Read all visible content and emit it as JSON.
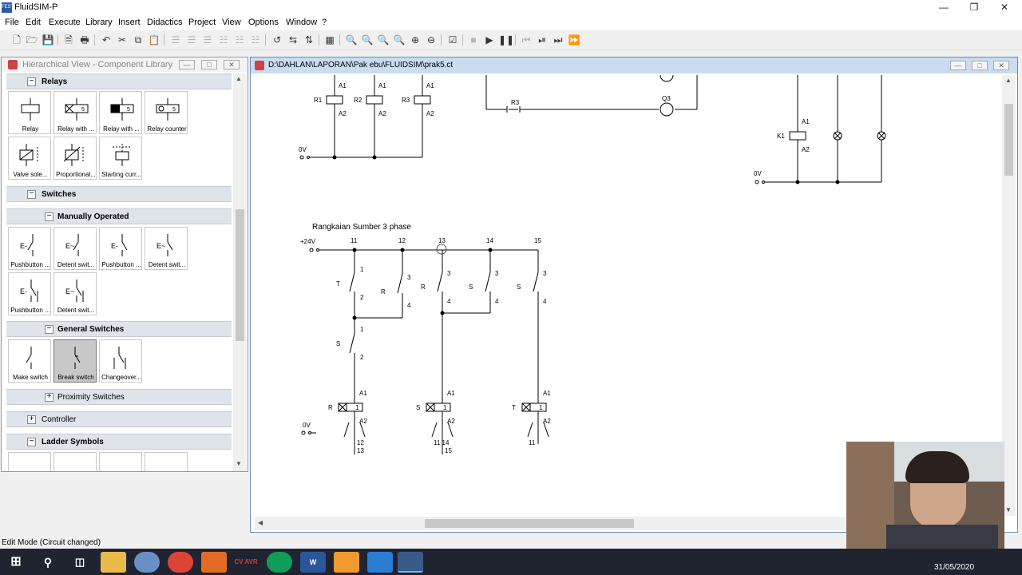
{
  "app": {
    "title": "FluidSIM-P",
    "icon": "festo-logo"
  },
  "window_controls": [
    "minimize-icon",
    "maximize-icon",
    "close-icon"
  ],
  "menu": [
    "File",
    "Edit",
    "Execute",
    "Library",
    "Insert",
    "Didactics",
    "Project",
    "View",
    "Options",
    "Window",
    "?"
  ],
  "toolbar_icons": [
    "new-icon",
    "open-icon",
    "save-icon",
    "print-preview-icon",
    "print-icon",
    "undo-icon",
    "cut-icon",
    "copy-icon",
    "paste-icon",
    "align-left-icon",
    "align-center-icon",
    "align-right-icon",
    "align-top-icon",
    "align-middle-icon",
    "align-bottom-icon",
    "rotate-icon",
    "flip-h-icon",
    "flip-v-icon",
    "grid-icon",
    "zoom-fit-icon",
    "zoom-window-icon",
    "zoom-all-icon",
    "zoom-prev-icon",
    "zoom-in-icon",
    "zoom-out-icon",
    "check-icon",
    "stop-icon",
    "play-icon",
    "pause-icon",
    "rewind-icon",
    "step-icon",
    "step-end-icon",
    "fast-forward-icon"
  ],
  "library_window": {
    "title": "Hierarchical View - Component Library",
    "groups": [
      {
        "label": "Relays",
        "toggle": "−",
        "tiles": [
          "Relay",
          "Relay with ...",
          "Relay with ...",
          "Relay counter",
          "Valve sole...",
          "Proportional...",
          "Starting curr..."
        ]
      },
      {
        "label": "Switches",
        "toggle": "−"
      },
      {
        "label": "Manually Operated",
        "toggle": "−",
        "tiles": [
          "Pushbutton ...",
          "Detent swit...",
          "Pushbutton ...",
          "Detent swit...",
          "Pushbutton ...",
          "Detent swit..."
        ]
      },
      {
        "label": "General Switches",
        "toggle": "−",
        "tiles": [
          "Make switch",
          "Break switch",
          "Changeover..."
        ],
        "selected": "Break switch"
      },
      {
        "label": "Proximity Switches",
        "toggle": "+"
      },
      {
        "label": "Controller",
        "toggle": "+"
      },
      {
        "label": "Ladder Symbols",
        "toggle": "−"
      }
    ]
  },
  "circuit_window": {
    "title": "D:\\DAHLAN\\LAPORAN\\Pak ebu\\FLUIDSIM\\prak5.ct",
    "top_left": {
      "relays": [
        "R1",
        "R2",
        "R3"
      ],
      "pin_top": "A1",
      "pin_bottom": "A2",
      "supply": "0V"
    },
    "top_mid": {
      "contact": "R3",
      "lamp": "Q3"
    },
    "top_right": {
      "relay": "K1",
      "pin_top": "A1",
      "pin_bottom": "A2",
      "supply": "0V"
    },
    "main": {
      "heading": "Rangkaian Sumber 3 phase",
      "supply_top": "+24V",
      "supply_bottom": "0V",
      "line_numbers": [
        "11",
        "12",
        "13",
        "14",
        "15"
      ],
      "switch_labels": [
        "T",
        "R",
        "R",
        "S",
        "S",
        "S"
      ],
      "pin_numbers": {
        "p1": "1",
        "p2": "2",
        "p3": "3",
        "p4": "4"
      },
      "coils": [
        {
          "label": "R",
          "pin_top": "A1",
          "pin_bottom": "A2",
          "contacts": "12",
          "contacts2": "13"
        },
        {
          "label": "S",
          "pin_top": "A1",
          "pin_bottom": "A2",
          "contacts": "11 14",
          "contacts2": "15"
        },
        {
          "label": "T",
          "pin_top": "A1",
          "pin_bottom": "A2",
          "contacts": "11"
        }
      ],
      "coil_digit": "1"
    }
  },
  "status_bar": "Edit Mode (Circuit changed)",
  "taskbar": {
    "apps": [
      "windows-start-icon",
      "search-icon",
      "task-view-icon",
      "file-explorer-icon",
      "paint-icon",
      "chrome-icon",
      "matlab-icon",
      "cvavr-icon",
      "chrome-icon",
      "word-icon",
      "ms-paint-icon",
      "photos-icon",
      "fluidsim-icon"
    ],
    "app_labels": {
      "cvavr": "CV AVR",
      "word": "W"
    },
    "date": "31/05/2020"
  },
  "colors": {
    "title_bar_active": "#c9dcf0",
    "group_header": "#dfe3ea",
    "taskbar": "#1f2430"
  }
}
